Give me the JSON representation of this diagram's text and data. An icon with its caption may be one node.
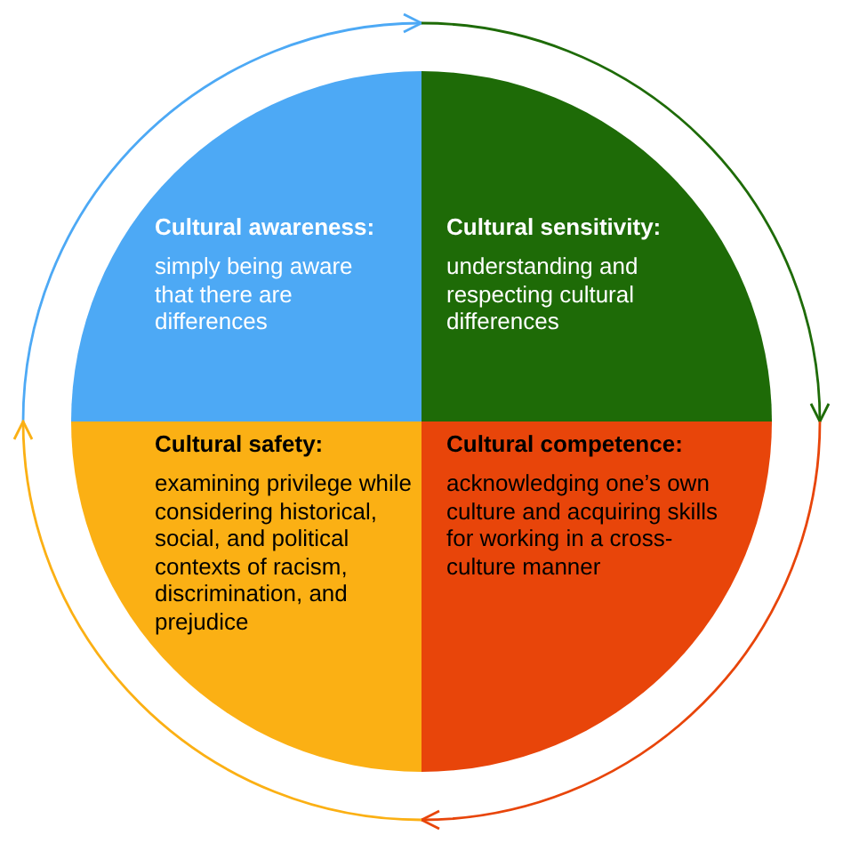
{
  "diagram": {
    "nodes": [
      {
        "text": [
          "Cultural awareness:",
          "simply being aware that there are differences"
        ]
      },
      {
        "text": [
          "Cultural sensitivity:",
          "understanding and respecting cultural differences"
        ]
      },
      {
        "text": [
          "Cultural safety:",
          "examining privilege while considering historical, social, and political contexts of racism, discrimination, and prejudice"
        ]
      },
      {
        "text": [
          "Cultural competence:",
          "acknowledging one’s own culture and acquiring skills for working in a cross-culture manner"
        ]
      }
    ]
  }
}
